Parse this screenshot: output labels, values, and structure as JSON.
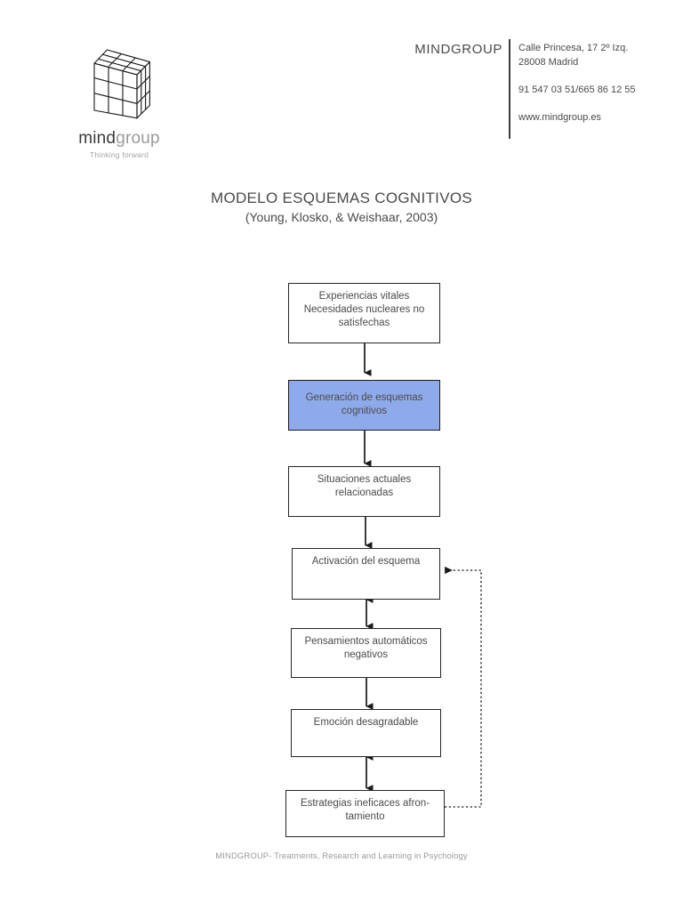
{
  "letterhead": {
    "logo": {
      "cube_icon": "rubiks-cube-icon",
      "wordmark_first": "mind",
      "wordmark_second": "group",
      "tagline": "Thinking forward"
    },
    "brand_name": "MINDGROUP",
    "contact": {
      "address_line1": "Calle Princesa, 17 2º Izq.",
      "address_line2": "28008 Madrid",
      "phone": "91 547 03 51/665 86 12 55",
      "website": "www.mindgroup.es"
    }
  },
  "title": {
    "heading": "MODELO ESQUEMAS COGNITIVOS",
    "subheading": "(Young, Klosko, & Weishaar, 2003)"
  },
  "diagram": {
    "type": "flowchart",
    "accent_color": "#8FAAEA",
    "border_color": "#262626",
    "text_color": "#4a4a4a",
    "nodes": [
      {
        "id": "n1",
        "label": "Experiencias vitales\nNecesidades nucleares no\nsatisfechas",
        "line1": "Experiencias vitales",
        "line2": "Necesidades nucleares no",
        "line3": "satisfechas",
        "highlighted": false
      },
      {
        "id": "n2",
        "label": "Generación de esquemas cognitivos",
        "line1": "Generación de esquemas",
        "line2": "cognitivos",
        "highlighted": true
      },
      {
        "id": "n3",
        "label": "Situaciones actuales relacionadas",
        "line1": "Situaciones actuales",
        "line2": "relacionadas",
        "highlighted": false
      },
      {
        "id": "n4",
        "label": "Activación del esquema",
        "line1": "Activación del esquema",
        "highlighted": false
      },
      {
        "id": "n5",
        "label": "Pensamientos automáticos negativos",
        "line1": "Pensamientos automáticos",
        "line2": "negativos",
        "highlighted": false
      },
      {
        "id": "n6",
        "label": "Emoción desagradable",
        "line1": "Emoción desagradable",
        "highlighted": false
      },
      {
        "id": "n7",
        "label": "Estrategias ineficaces afrontamiento",
        "line1": "Estrategias ineficaces afron-",
        "line2": "tamiento",
        "highlighted": false
      }
    ],
    "edges": [
      {
        "from": "n1",
        "to": "n2",
        "style": "solid",
        "arrows": "single-down"
      },
      {
        "from": "n2",
        "to": "n3",
        "style": "solid",
        "arrows": "single-down"
      },
      {
        "from": "n3",
        "to": "n4",
        "style": "solid",
        "arrows": "single-down"
      },
      {
        "from": "n4",
        "to": "n5",
        "style": "solid",
        "arrows": "double"
      },
      {
        "from": "n5",
        "to": "n6",
        "style": "solid",
        "arrows": "single-down"
      },
      {
        "from": "n6",
        "to": "n7",
        "style": "solid",
        "arrows": "double"
      },
      {
        "from": "n7",
        "to": "n4",
        "style": "dotted",
        "arrows": "single-left",
        "route": "right-up-left"
      }
    ]
  },
  "footer": {
    "text": "MINDGROUP- Treatments, Research and Learning in Psychology"
  }
}
